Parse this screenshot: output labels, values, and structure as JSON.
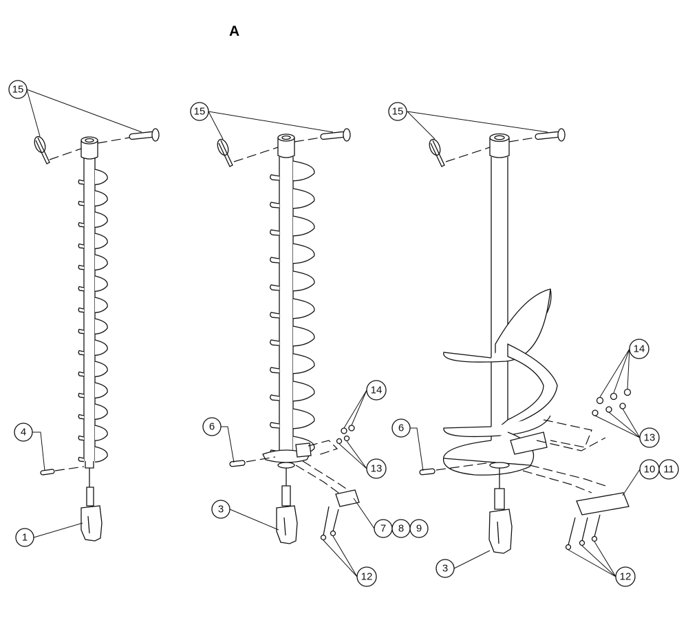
{
  "title": "A",
  "callouts": [
    {
      "id": "c15a",
      "label": "15"
    },
    {
      "id": "c4",
      "label": "4"
    },
    {
      "id": "c1",
      "label": "1"
    },
    {
      "id": "c15b",
      "label": "15"
    },
    {
      "id": "c6a",
      "label": "6"
    },
    {
      "id": "c14a",
      "label": "14"
    },
    {
      "id": "c13a",
      "label": "13"
    },
    {
      "id": "c3a",
      "label": "3"
    },
    {
      "id": "c7",
      "label": "7"
    },
    {
      "id": "c8",
      "label": "8"
    },
    {
      "id": "c9",
      "label": "9"
    },
    {
      "id": "c12a",
      "label": "12"
    },
    {
      "id": "c15c",
      "label": "15"
    },
    {
      "id": "c14b",
      "label": "14"
    },
    {
      "id": "c13b",
      "label": "13"
    },
    {
      "id": "c6b",
      "label": "6"
    },
    {
      "id": "c10",
      "label": "10"
    },
    {
      "id": "c11",
      "label": "11"
    },
    {
      "id": "c3b",
      "label": "3"
    },
    {
      "id": "c12b",
      "label": "12"
    }
  ]
}
